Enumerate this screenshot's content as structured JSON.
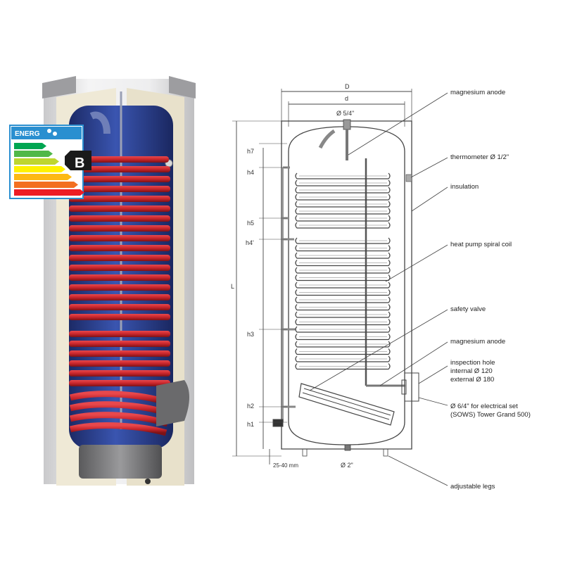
{
  "energy_label": {
    "header": "ENERG",
    "class": "B",
    "colors": [
      "#00a651",
      "#50b848",
      "#bed630",
      "#fff200",
      "#fdb913",
      "#f37021",
      "#ed1c24"
    ],
    "accent": "#2a8fd0"
  },
  "diagram": {
    "dim_D": "D",
    "dim_d": "d",
    "dim_top_connection": "Ø 5/4\"",
    "dim_L": "L",
    "heights": {
      "h7": "h7",
      "h4": "h4",
      "h5": "h5",
      "h4b": "h4'",
      "h3": "h3",
      "h2": "h2",
      "h1": "h1"
    },
    "legs_label": "25-40 mm",
    "bottom_connection": "Ø 2\""
  },
  "callouts": {
    "magnesium_anode_top": "magnesium anode",
    "thermometer": "thermometer Ø 1/2\"",
    "insulation": "insulation",
    "heat_pump_coil": "heat pump spiral coil",
    "safety_valve": "safety valve",
    "magnesium_anode_bottom": "magnesium anode",
    "inspection_1": "inspection hole",
    "inspection_2": "internal Ø 120",
    "inspection_3": "external Ø 180",
    "electrical_1": "Ø 6/4\" for electrical set",
    "electrical_2": "(SOWS) Tower Grand 500)",
    "adjustable_legs": "adjustable legs"
  },
  "colors": {
    "coil": "#c8262c",
    "coil_dark": "#8e1519",
    "tank_blue": "#2c3f8a",
    "insulation": "#eee8d6",
    "casing": "#e9e9ea",
    "line": "#444444"
  }
}
